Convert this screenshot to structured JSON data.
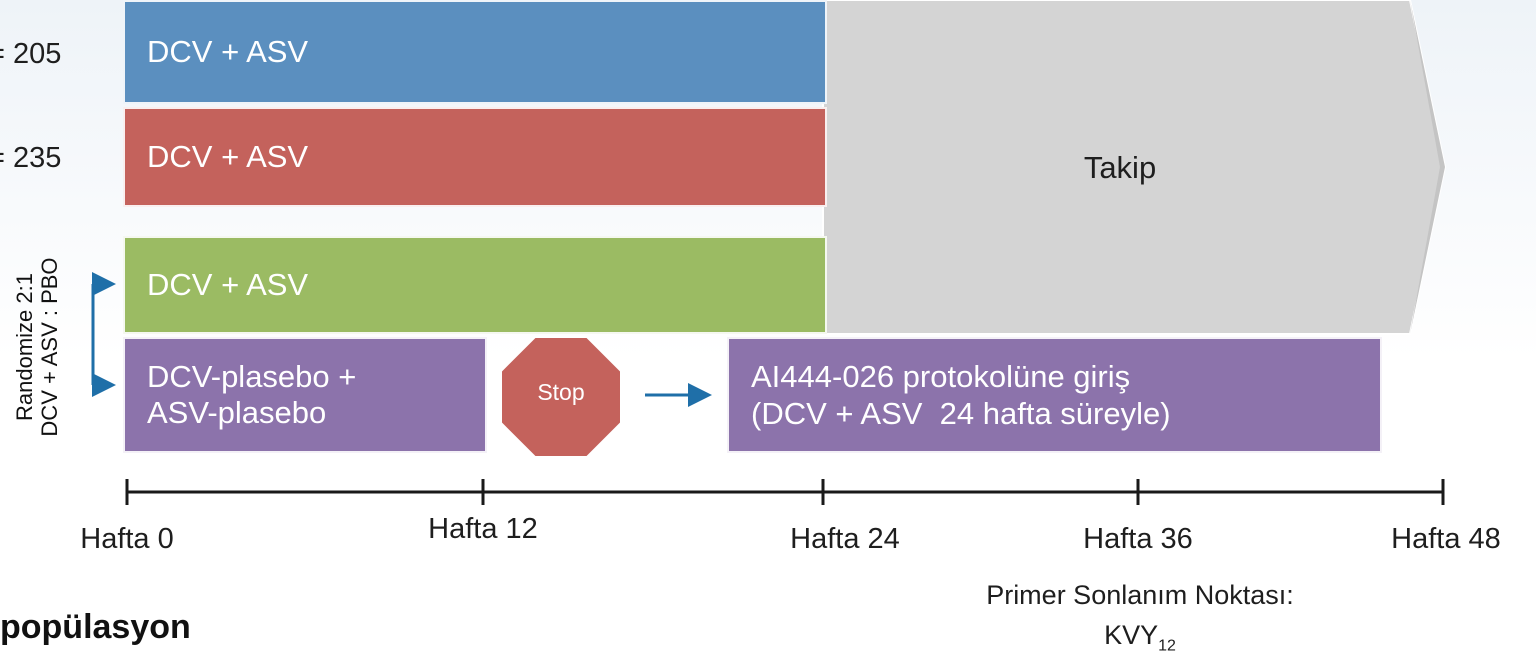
{
  "cohorts": {
    "row1_n": "= 205",
    "row2_n": "= 235"
  },
  "arms": {
    "blue": "DCV + ASV",
    "red": "DCV + ASV",
    "green": "DCV + ASV",
    "placebo_line1": "DCV-plasebo +",
    "placebo_line2": "ASV-plasebo",
    "switch_line1": "AI444-026 protokolüne giriş",
    "switch_line2": "(DCV + ASV  24 hafta süreyle)"
  },
  "followup": {
    "label": "Takip"
  },
  "stop": {
    "label": "Stop"
  },
  "randomization": {
    "line1": "Randomize 2:1",
    "line2": "DCV + ASV : PBO"
  },
  "timeline": {
    "ticks": [
      "Hafta 0",
      "Hafta 12",
      "Hafta 24",
      "Hafta 36",
      "Hafta 48"
    ]
  },
  "endpoint": {
    "line1": "Primer Sonlanım Noktası:",
    "line2_main": "KVY",
    "line2_sub": "12"
  },
  "population": {
    "label": "popülasyon"
  },
  "colors": {
    "blue": "#5b8fbf",
    "red": "#c4625c",
    "green": "#9bbb63",
    "purple": "#8c73ab",
    "followup_gray": "#d4d4d4",
    "stop_red": "#c4625c",
    "arrow_blue": "#1f6fa8"
  }
}
